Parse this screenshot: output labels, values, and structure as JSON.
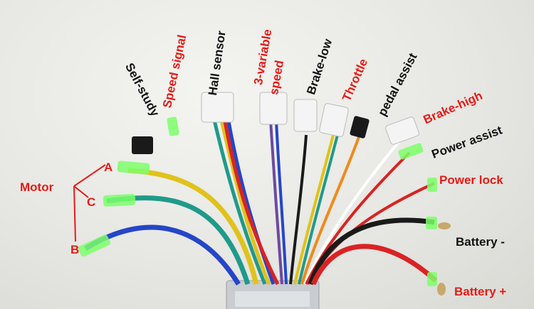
{
  "colors": {
    "red_label": "#e51b17",
    "black_label": "#111111",
    "housing": "#c9ccd0",
    "wire_blue": "#2446c8",
    "wire_green": "#1f9a8a",
    "wire_yellow": "#e0c21a",
    "wire_red": "#d92323",
    "wire_black": "#1a1a1a",
    "sleeve_green": "#7dff6a"
  },
  "labels": {
    "motor": "Motor",
    "phase_a": "A",
    "phase_b": "B",
    "phase_c": "C",
    "self_study": "Self-study",
    "speed_signal": "Speed signal",
    "hall_sensor": "Hall sensor",
    "three_variable_line1": "3-variable",
    "three_variable_line2": "speed",
    "brake_low": "Brake-low",
    "throttle": "Throttle",
    "pedal_assist": "pedal assist",
    "brake_high": "Brake-high",
    "power_assist": "Power assist",
    "power_lock": "Power lock",
    "battery_minus": "Battery -",
    "battery_plus": "Battery +"
  }
}
